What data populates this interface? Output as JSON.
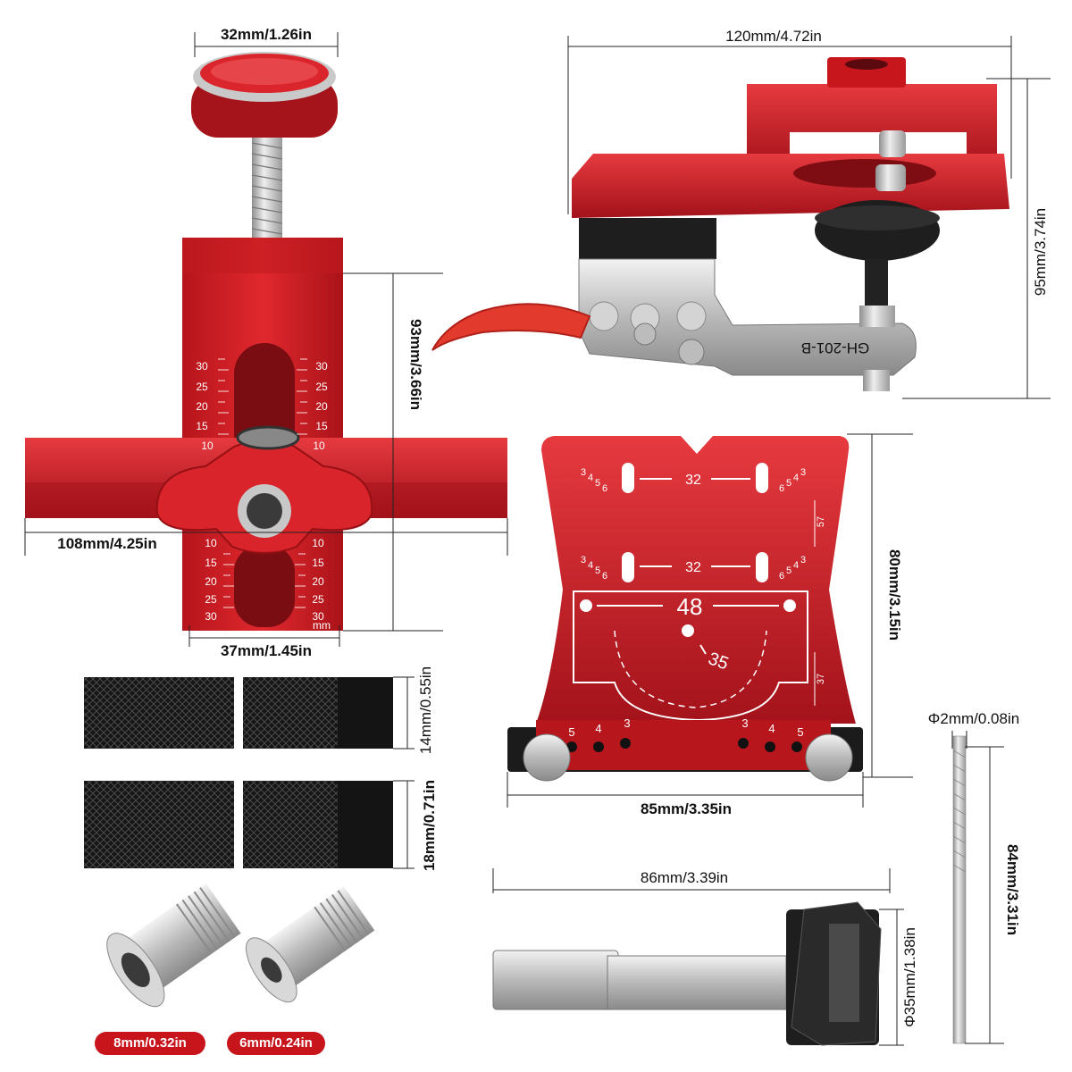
{
  "colors": {
    "accent": "#d21f26",
    "accent_dark": "#9e1218",
    "metal": "#c9c9c9",
    "rubber": "#1a1a1a",
    "handle": "#e23b2e"
  },
  "clamp_tool": {
    "knob_width": "32mm/1.26in",
    "height": "93mm/3.66in",
    "bar_length": "108mm/4.25in",
    "body_width": "37mm/1.45in",
    "scale_upper": [
      "30",
      "25",
      "20",
      "15",
      "10"
    ],
    "scale_lower": [
      "10",
      "15",
      "20",
      "25",
      "30"
    ],
    "scale_unit": "mm"
  },
  "hinge_jig": {
    "length": "120mm/4.72in",
    "height": "95mm/3.74in",
    "model": "GH-201-B"
  },
  "template": {
    "height": "80mm/3.15in",
    "width": "85mm/3.35in",
    "spacing_32": "32",
    "center_48": "48",
    "offset_35": "35",
    "side_57": "57",
    "side_37": "37",
    "hole_nums": [
      "5",
      "4",
      "3"
    ],
    "slot_nums_left": [
      "3",
      "4",
      "5",
      "6"
    ],
    "slot_nums_right": [
      "6",
      "5",
      "4",
      "3"
    ]
  },
  "pads": {
    "small": "14mm/0.55in",
    "large": "18mm/0.71in"
  },
  "bushings": {
    "large": "8mm/0.32in",
    "small": "6mm/0.24in"
  },
  "forstner_bit": {
    "length": "86mm/3.39in",
    "diameter": "Φ35mm/1.38in"
  },
  "drill_bit": {
    "diameter": "Φ2mm/0.08in",
    "length": "84mm/3.31in"
  }
}
